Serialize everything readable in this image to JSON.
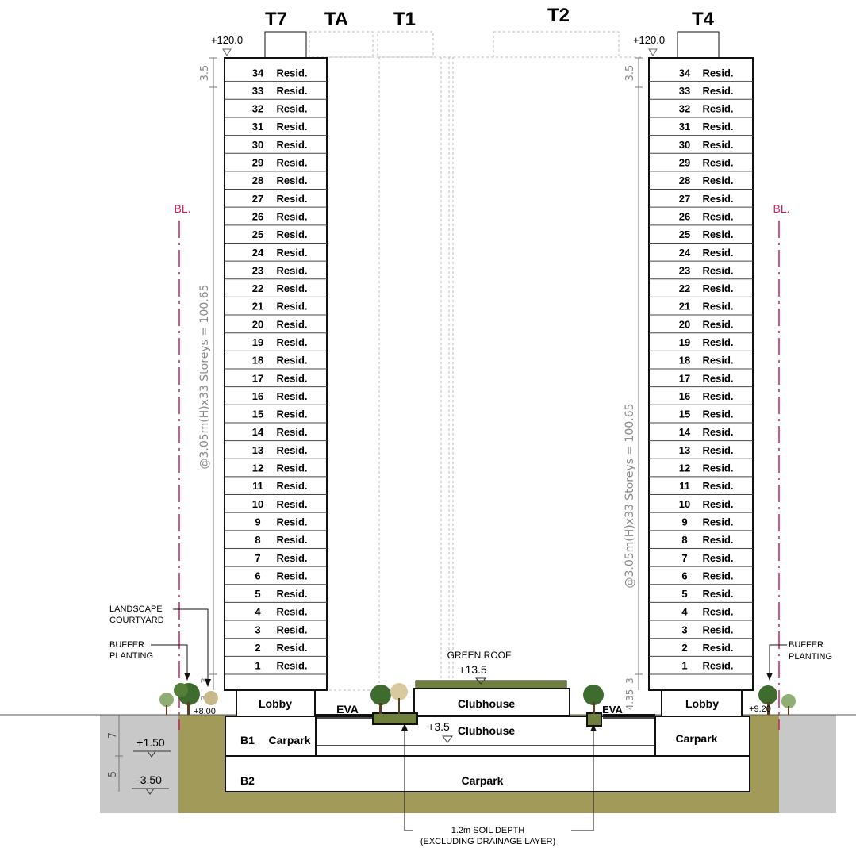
{
  "tower_labels": {
    "t7": "T7",
    "ta": "TA",
    "t1": "T1",
    "t2": "T2",
    "t4": "T4"
  },
  "top_levels": {
    "left": "+120.0",
    "right": "+120.0"
  },
  "roof_dims": {
    "left": "3.5",
    "right": "3.5"
  },
  "boundary_labels": {
    "left": "BL.",
    "right": "BL."
  },
  "floor_use": "Resid.",
  "floors": [
    34,
    33,
    32,
    31,
    30,
    29,
    28,
    27,
    26,
    25,
    24,
    23,
    22,
    21,
    20,
    19,
    18,
    17,
    16,
    15,
    14,
    13,
    12,
    11,
    10,
    9,
    8,
    7,
    6,
    5,
    4,
    3,
    2,
    1
  ],
  "storey_dims": {
    "left": "@3.05m(H)x33  Storeys = 100.65",
    "right": "@3.05m(H)x33  Storeys = 100.65"
  },
  "podium_dims": {
    "left": "3",
    "left_b": "3",
    "right": "4.35",
    "right_b": "3"
  },
  "callouts": {
    "landscape_courtyard": [
      "LANDSCAPE",
      "COURTYARD"
    ],
    "buffer_planting_left": [
      "BUFFER",
      "PLANTING"
    ],
    "buffer_planting_right": [
      "BUFFER",
      "PLANTING"
    ],
    "green_roof": "GREEN ROOF",
    "soil_depth": [
      "1.2m SOIL DEPTH",
      "(EXCLUDING DRAINAGE LAYER)"
    ]
  },
  "levels": {
    "green_roof": "+13.5",
    "clubhouse_lower": "+3.5",
    "b1": "+1.50",
    "b2": "-3.50",
    "left_ground": "+8.00",
    "right_ground": "+9.20"
  },
  "basement_dims": {
    "b1": "7",
    "b2": "5"
  },
  "spaces": {
    "lobby_left": "Lobby",
    "lobby_right": "Lobby",
    "eva_left": "EVA",
    "eva_right": "EVA",
    "clubhouse_upper": "Clubhouse",
    "clubhouse_lower": "Clubhouse",
    "b1_label": "B1",
    "b1_carpark": "Carpark",
    "b1_carpark_right": "Carpark",
    "b2_label": "B2",
    "b2_carpark": "Carpark"
  },
  "colors": {
    "soil": "#a29a58",
    "grey_ground": "#c8c8c8",
    "boundary": "#d81b60",
    "line": "#111111",
    "tree_green": "#3e6b2e",
    "dim_text": "#888888"
  }
}
